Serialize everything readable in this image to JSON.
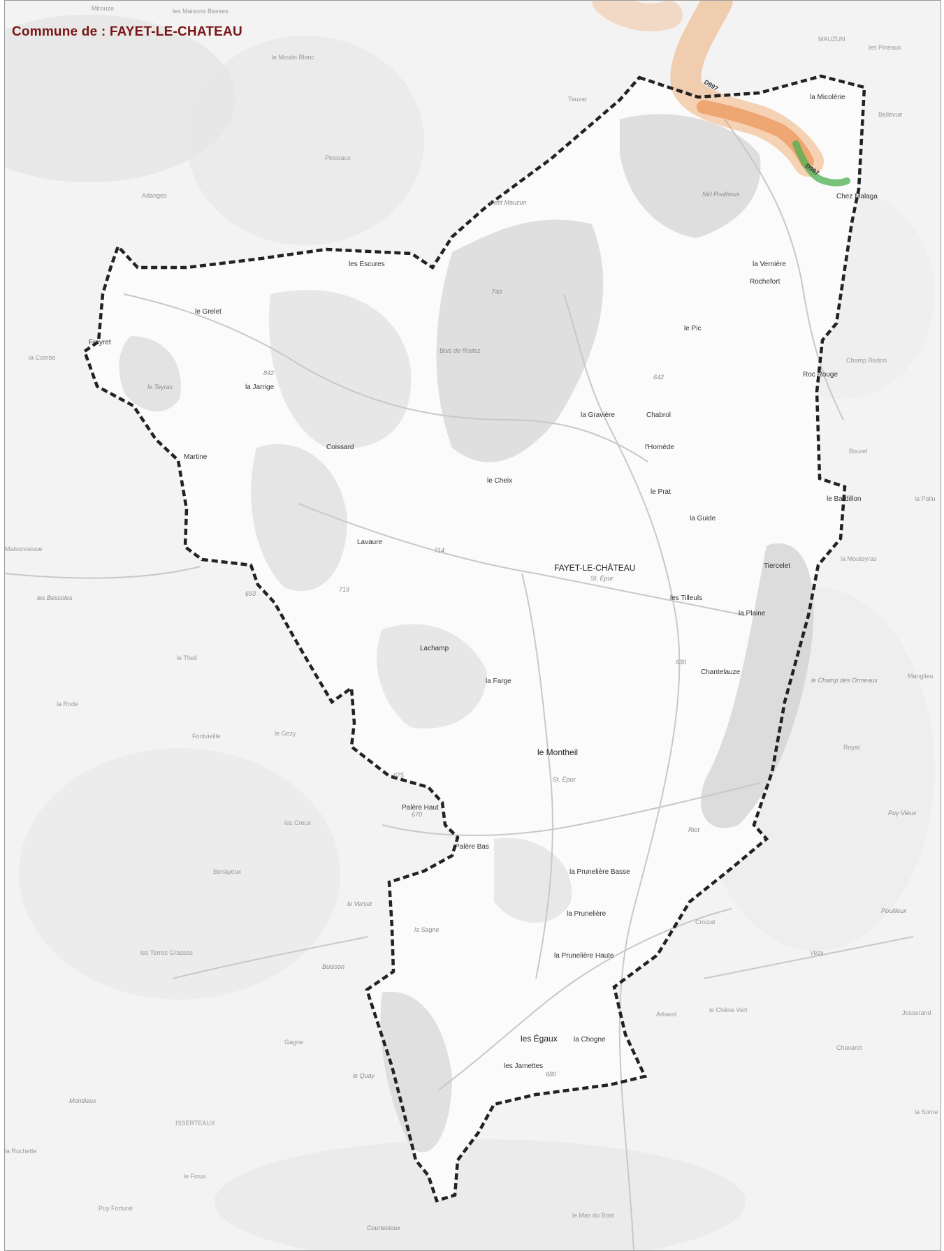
{
  "title": "Commune de : FAYET-LE-CHATEAU",
  "colors": {
    "title": "#7a1515",
    "boundary": "#222222",
    "road_buffer_orange": "#f0a060",
    "road_buffer_green": "#4caf50",
    "terrain": "#d8d8d8",
    "background": "#f4f4f4"
  },
  "roads": {
    "d997": "D997"
  },
  "places_inside": {
    "la_micolerie": "la Micolérie",
    "chez_malaga": "Chez Malaga",
    "nid_poulhoux": "Nid Poulhoux",
    "petit_mauzun": "Petit Mauzun",
    "la_verniere": "la Vernière",
    "rochefort": "Rochefort",
    "les_escures": "les Escures",
    "le_grelet": "le Grelet",
    "le_pic": "le Pic",
    "freyret": "Freyret",
    "bois_de_rodez": "Bois de Rodez",
    "le_teyras": "le Teyras",
    "la_jarrige": "la Jarrige",
    "roc_rouge": "Roc Rouge",
    "la_graviere": "la Gravière",
    "chabrol": "Chabrol",
    "coissard": "Coissard",
    "l_homede": "l'Homède",
    "martine": "Martine",
    "le_cheix": "le Cheix",
    "le_prat": "le Prat",
    "le_bardillon": "le Bardillon",
    "la_guide": "la Guide",
    "lavaure": "Lavaure",
    "fayet": "FAYET-LE-CHÂTEAU",
    "st_epur": "St. Épur.",
    "tiercelet": "Tiercelet",
    "les_tilleuls": "les Tilleuls",
    "la_plaine": "la Plaine",
    "lachamp": "Lachamp",
    "chantelauze": "Chantelauze",
    "la_farge": "la Farge",
    "le_montheil": "le Montheil",
    "palere_haut": "Palère Haut",
    "palere_bas": "Palère Bas",
    "riot": "Riot",
    "la_pruneliere_basse": "la Prunelière Basse",
    "la_pruneliere": "la Prunelière",
    "la_sagne": "la Sagne",
    "la_pruneliere_haute": "la Prunelière Haute",
    "les_egaux": "les Égaux",
    "la_chogne": "la Chogne",
    "les_jamettes": "les Jamettes"
  },
  "places_outside": {
    "mirouze": "Mirouze",
    "les_maisons_basses": "les Maisons Basses",
    "mauzun": "MAUZUN",
    "les_pineaux": "les Pineaux",
    "le_moulin_blanc": "le Moulin Blanc",
    "bellevue": "Bellevue",
    "tauzat": "Tauzat",
    "pinceaux": "Pinceaux",
    "adanges": "Adanges",
    "champ_redon": "Champ Redon",
    "la_combe": "la Combe",
    "bourel": "Bourel",
    "la_pallu": "la Pallu",
    "maisonneuve": "Maisonneuve",
    "la_mouteyras": "la Mouteyras",
    "les_bessoles": "les Bessoles",
    "le_theil": "le Theil",
    "le_champ_des_ormeaux": "le Champ des Ormeaux",
    "manglieu": "Manglieu",
    "la_rode": "la Rode",
    "fontvieille": "Fontvieille",
    "le_gezy": "le Gezy",
    "royat": "Royat",
    "puy_vieux": "Puy Vieux",
    "les_creux": "les Creux",
    "benayoux": "Benayoux",
    "le_verset": "le Verset",
    "pouilleux": "Pouilleux",
    "croizat": "Croizat",
    "les_terres_grasses": "les Terres Grasses",
    "buisson": "Buisson",
    "vezy": "Vezy",
    "arbaud": "Arbaud",
    "le_chene_vert": "le Chêne Vert",
    "josserand": "Josserand",
    "gagne": "Gagne",
    "chavarot": "Chavarot",
    "le_quay": "le Quay",
    "montlieux": "Montlieux",
    "isserteaux": "ISSERTEAUX",
    "la_sorne": "la Sorne",
    "la_rochette": "la Rochette",
    "le_fioux": "le Fioux",
    "puy_fortune": "Puy Fortuné",
    "courtesioux": "Courtesioux",
    "le_mas_du_bost": "le Mas du Bost"
  },
  "elevations": {
    "e740": "740",
    "e642": "642",
    "e842": "842",
    "e714": "714",
    "e719": "719",
    "e693": "693",
    "e630": "630",
    "e675": "675",
    "e670": "670",
    "e680": "680"
  }
}
